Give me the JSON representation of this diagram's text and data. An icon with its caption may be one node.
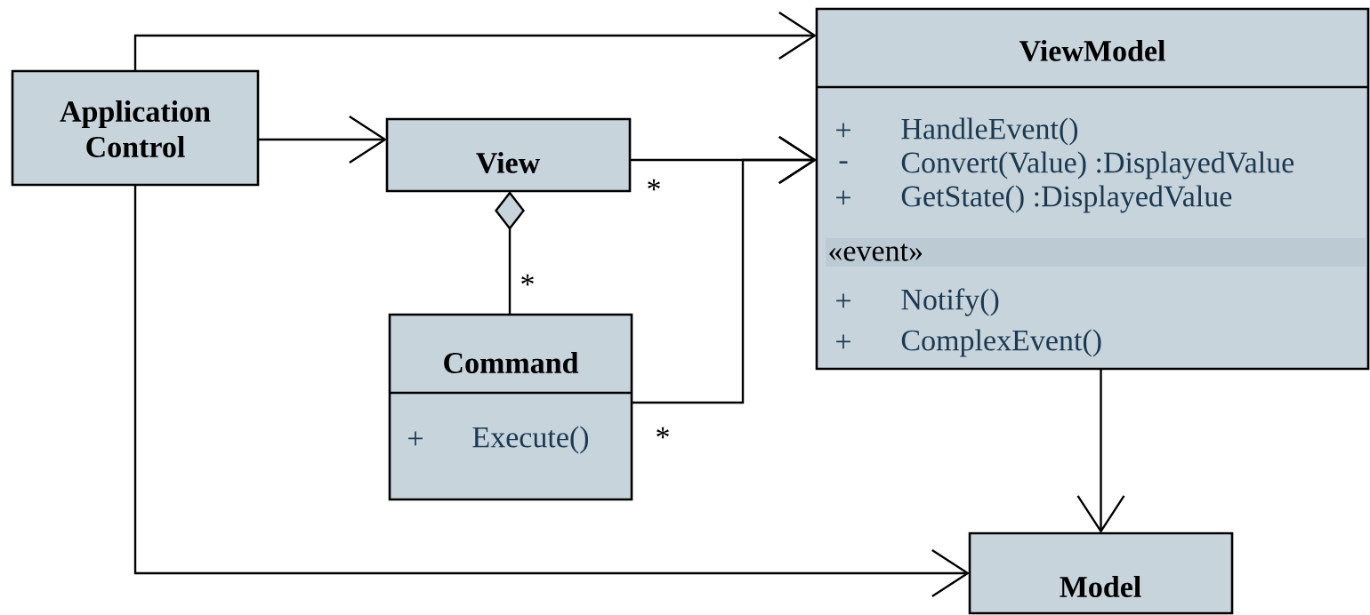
{
  "diagram": {
    "nodes": [
      {
        "text": [
          "Application Control"
        ]
      },
      {
        "text": [
          "View"
        ]
      },
      {
        "text": [
          "Command",
          "+",
          "Execute()"
        ]
      },
      {
        "text": [
          "ViewModel",
          "+",
          "HandleEvent()",
          "-",
          "Convert(Value) :DisplayedValue",
          "+",
          "GetState() :DisplayedValue",
          "«event»",
          "+",
          "Notify()",
          "+",
          "ComplexEvent()"
        ]
      },
      {
        "text": [
          "Model"
        ]
      }
    ],
    "edges": [
      {
        "from": 0,
        "to": 3,
        "arrow": "to"
      },
      {
        "from": 0,
        "to": 1,
        "arrow": "to"
      },
      {
        "from": 1,
        "to": 3,
        "arrow": "to",
        "label": "*"
      },
      {
        "from": 2,
        "to": 1,
        "arrow": "other",
        "label": "*"
      },
      {
        "from": 2,
        "to": 3,
        "arrow": "to",
        "label": "*"
      },
      {
        "from": 3,
        "to": 4,
        "arrow": "to"
      },
      {
        "from": 0,
        "to": 4,
        "arrow": "to"
      }
    ]
  }
}
